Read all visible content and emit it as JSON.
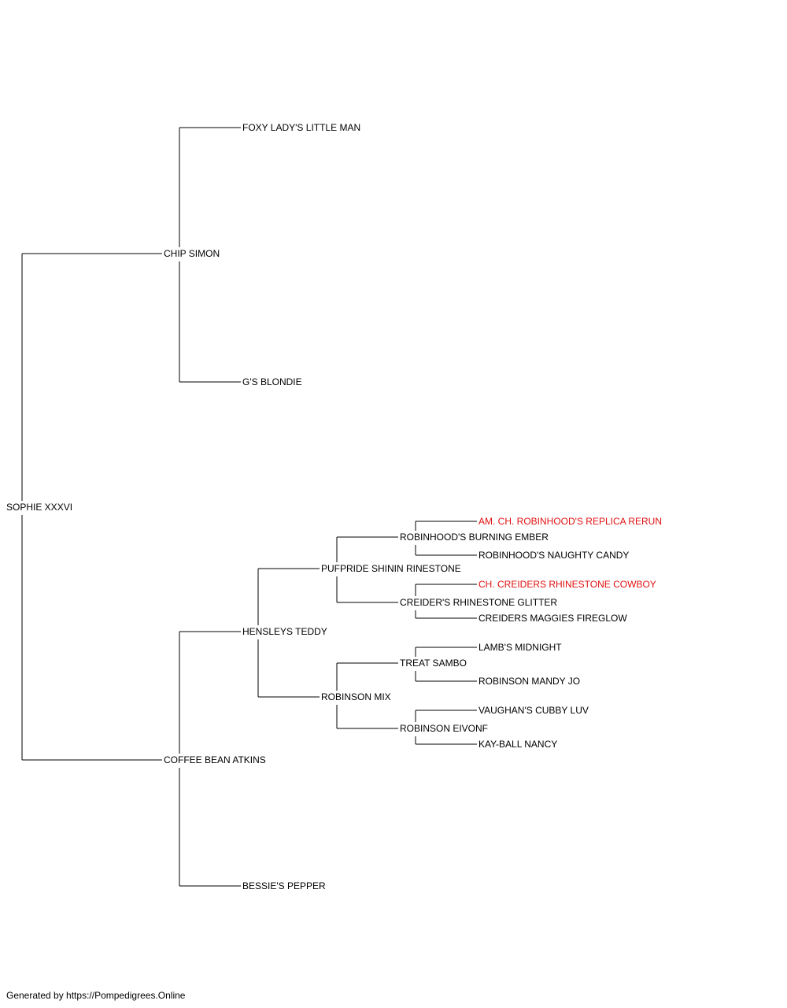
{
  "pedigree": {
    "subject": "SOPHIE XXXVI",
    "sire": {
      "name": "CHIP SIMON",
      "sire": {
        "name": "FOXY LADY'S LITTLE MAN"
      },
      "dam": {
        "name": "G'S BLONDIE"
      }
    },
    "dam": {
      "name": "COFFEE BEAN ATKINS",
      "sire": {
        "name": "HENSLEYS TEDDY",
        "sire": {
          "name": "PUFPRIDE SHININ RINESTONE",
          "sire": {
            "name": "ROBINHOOD'S BURNING EMBER",
            "sire": {
              "name": "AM. CH. ROBINHOOD'S REPLICA RERUN",
              "champion": true
            },
            "dam": {
              "name": "ROBINHOOD'S NAUGHTY CANDY"
            }
          },
          "dam": {
            "name": "CREIDER'S RHINESTONE GLITTER",
            "sire": {
              "name": "CH. CREIDERS RHINESTONE COWBOY",
              "champion": true
            },
            "dam": {
              "name": "CREIDERS MAGGIES FIREGLOW"
            }
          }
        },
        "dam": {
          "name": "ROBINSON MIX",
          "sire": {
            "name": "TREAT SAMBO",
            "sire": {
              "name": "LAMB'S MIDNIGHT"
            },
            "dam": {
              "name": "ROBINSON MANDY JO"
            }
          },
          "dam": {
            "name": "ROBINSON EIVONF",
            "sire": {
              "name": "VAUGHAN'S CUBBY LUV"
            },
            "dam": {
              "name": "KAY-BALL NANCY"
            }
          }
        }
      },
      "dam": {
        "name": "BESSIE'S PEPPER"
      }
    }
  },
  "colors": {
    "champion": "#e01010",
    "text": "#000000",
    "lines": "#000000"
  },
  "footer": "Generated by https://Pompedigrees.Online"
}
